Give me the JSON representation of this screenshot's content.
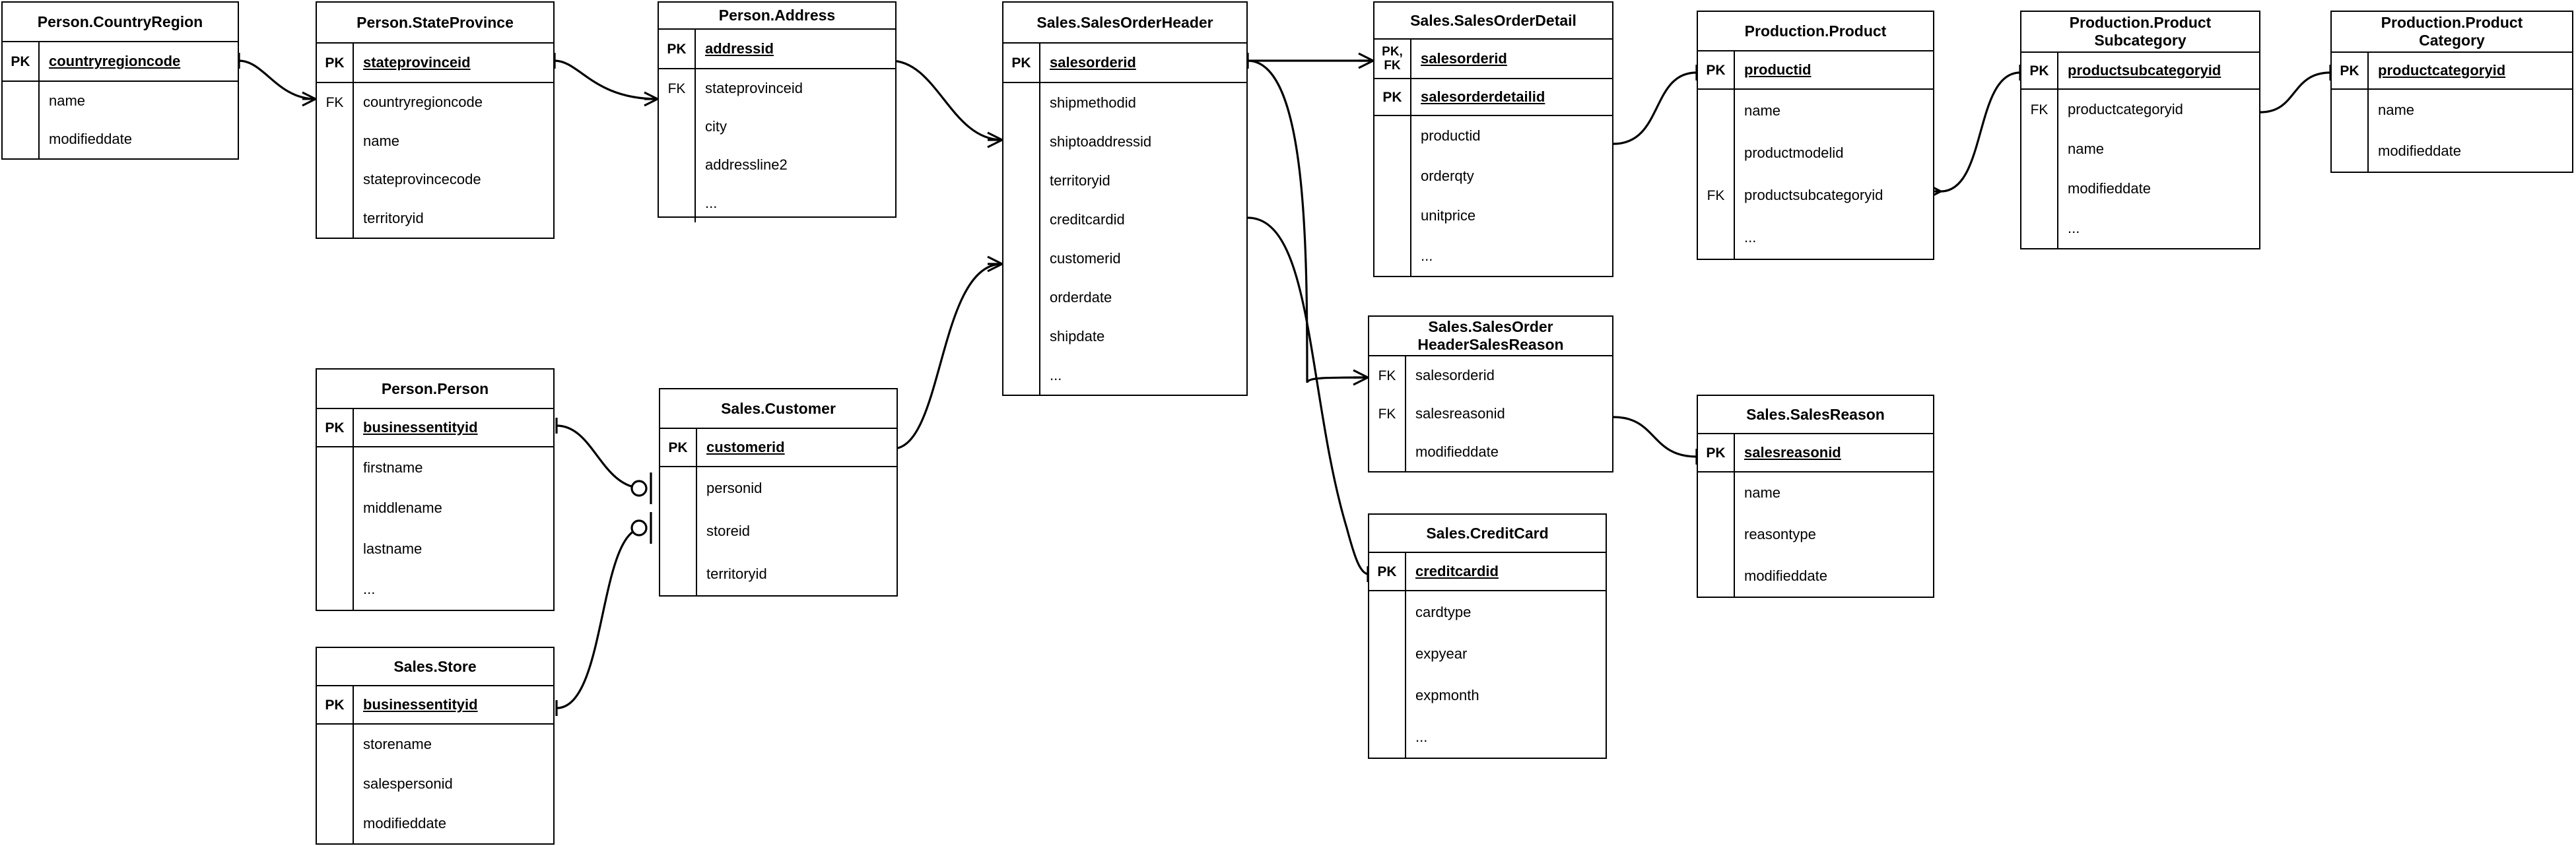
{
  "diagram": {
    "kind": "entity-relationship-diagram",
    "notation": "crows-foot",
    "background_color": "#ffffff",
    "line_color": "#000000"
  },
  "entities": [
    {
      "id": "person-countryregion",
      "title": "Person.CountryRegion",
      "title_lines": "Person.CountryRegion",
      "pk": {
        "key": "PK",
        "name": "countryregioncode"
      },
      "attributes": [
        {
          "key": "",
          "name": "name"
        },
        {
          "key": "",
          "name": "modifieddate"
        }
      ]
    },
    {
      "id": "person-stateprovince",
      "title": "Person.StateProvince",
      "title_lines": "Person.StateProvince",
      "pk": {
        "key": "PK",
        "name": "stateprovinceid"
      },
      "attributes": [
        {
          "key": "FK",
          "name": "countryregioncode"
        },
        {
          "key": "",
          "name": "name"
        },
        {
          "key": "",
          "name": "stateprovincecode"
        },
        {
          "key": "",
          "name": "territoryid"
        }
      ]
    },
    {
      "id": "person-address",
      "title": "Person.Address",
      "title_lines": "Person.Address",
      "pk": {
        "key": "PK",
        "name": "addressid"
      },
      "attributes": [
        {
          "key": "FK",
          "name": "stateprovinceid"
        },
        {
          "key": "",
          "name": "city"
        },
        {
          "key": "",
          "name": "addressline2"
        },
        {
          "key": "",
          "name": "..."
        }
      ]
    },
    {
      "id": "sales-salesorderheader",
      "title": "Sales.SalesOrderHeader",
      "title_lines": "Sales.SalesOrderHeader",
      "pk": {
        "key": "PK",
        "name": "salesorderid"
      },
      "attributes": [
        {
          "key": "",
          "name": "shipmethodid"
        },
        {
          "key": "",
          "name": "shiptoaddressid"
        },
        {
          "key": "",
          "name": "territoryid"
        },
        {
          "key": "",
          "name": "creditcardid"
        },
        {
          "key": "",
          "name": "customerid"
        },
        {
          "key": "",
          "name": "orderdate"
        },
        {
          "key": "",
          "name": "shipdate"
        },
        {
          "key": "",
          "name": "..."
        }
      ]
    },
    {
      "id": "sales-salesorderdetail",
      "title": "Sales.SalesOrderDetail",
      "title_lines": "Sales.SalesOrderDetail",
      "pk": {
        "key": "PK,\nFK",
        "name": "salesorderid"
      },
      "pk2": {
        "key": "PK",
        "name": "salesorderdetailid"
      },
      "attributes": [
        {
          "key": "",
          "name": "productid"
        },
        {
          "key": "",
          "name": "orderqty"
        },
        {
          "key": "",
          "name": "unitprice"
        },
        {
          "key": "",
          "name": "..."
        }
      ]
    },
    {
      "id": "production-product",
      "title": "Production.Product",
      "title_lines": "Production.Product",
      "pk": {
        "key": "PK",
        "name": "productid"
      },
      "attributes": [
        {
          "key": "",
          "name": "name"
        },
        {
          "key": "",
          "name": "productmodelid"
        },
        {
          "key": "FK",
          "name": "productsubcategoryid"
        },
        {
          "key": "",
          "name": "..."
        }
      ]
    },
    {
      "id": "production-productsubcategory",
      "title": "Production.Product\nSubcategory",
      "title_lines": "Production.Product\nSubcategory",
      "pk": {
        "key": "PK",
        "name": "productsubcategoryid"
      },
      "attributes": [
        {
          "key": "FK",
          "name": "productcategoryid"
        },
        {
          "key": "",
          "name": "name"
        },
        {
          "key": "",
          "name": "modifieddate"
        },
        {
          "key": "",
          "name": "..."
        }
      ]
    },
    {
      "id": "production-productcategory",
      "title": "Production.Product\nCategory",
      "title_lines": "Production.Product\nCategory",
      "pk": {
        "key": "PK",
        "name": "productcategoryid"
      },
      "attributes": [
        {
          "key": "",
          "name": "name"
        },
        {
          "key": "",
          "name": "modifieddate"
        }
      ]
    },
    {
      "id": "person-person",
      "title": "Person.Person",
      "title_lines": "Person.Person",
      "pk": {
        "key": "PK",
        "name": "businessentityid"
      },
      "attributes": [
        {
          "key": "",
          "name": "firstname"
        },
        {
          "key": "",
          "name": "middlename"
        },
        {
          "key": "",
          "name": "lastname"
        },
        {
          "key": "",
          "name": "..."
        }
      ]
    },
    {
      "id": "sales-customer",
      "title": "Sales.Customer",
      "title_lines": "Sales.Customer",
      "pk": {
        "key": "PK",
        "name": "customerid"
      },
      "attributes": [
        {
          "key": "",
          "name": "personid"
        },
        {
          "key": "",
          "name": "storeid"
        },
        {
          "key": "",
          "name": "territoryid"
        }
      ]
    },
    {
      "id": "sales-store",
      "title": "Sales.Store",
      "title_lines": "Sales.Store",
      "pk": {
        "key": "PK",
        "name": "businessentityid"
      },
      "attributes": [
        {
          "key": "",
          "name": "storename"
        },
        {
          "key": "",
          "name": "salespersonid"
        },
        {
          "key": "",
          "name": "modifieddate"
        }
      ]
    },
    {
      "id": "sales-salesorderheadersalesreason",
      "title": "Sales.SalesOrder\nHeaderSalesReason",
      "title_lines": "Sales.SalesOrder\nHeaderSalesReason",
      "pk": null,
      "attributes": [
        {
          "key": "FK",
          "name": "salesorderid"
        },
        {
          "key": "FK",
          "name": "salesreasonid"
        },
        {
          "key": "",
          "name": "modifieddate"
        }
      ]
    },
    {
      "id": "sales-salesreason",
      "title": "Sales.SalesReason",
      "title_lines": "Sales.SalesReason",
      "pk": {
        "key": "PK",
        "name": "salesreasonid"
      },
      "attributes": [
        {
          "key": "",
          "name": "name"
        },
        {
          "key": "",
          "name": "reasontype"
        },
        {
          "key": "",
          "name": "modifieddate"
        }
      ]
    },
    {
      "id": "sales-creditcard",
      "title": "Sales.CreditCard",
      "title_lines": "Sales.CreditCard",
      "pk": {
        "key": "PK",
        "name": "creditcardid"
      },
      "attributes": [
        {
          "key": "",
          "name": "cardtype"
        },
        {
          "key": "",
          "name": "expyear"
        },
        {
          "key": "",
          "name": "expmonth"
        },
        {
          "key": "",
          "name": "..."
        }
      ]
    }
  ],
  "relationships": [
    {
      "from": "person-countryregion.countryregioncode",
      "to": "person-stateprovince.countryregioncode",
      "from_cardinality": "one",
      "to_cardinality": "many"
    },
    {
      "from": "person-stateprovince.stateprovinceid",
      "to": "person-address.stateprovinceid",
      "from_cardinality": "one",
      "to_cardinality": "many"
    },
    {
      "from": "person-address.addressid",
      "to": "sales-salesorderheader.shiptoaddressid",
      "from_cardinality": "one",
      "to_cardinality": "many"
    },
    {
      "from": "sales-salesorderheader.salesorderid",
      "to": "sales-salesorderdetail.salesorderid",
      "from_cardinality": "one",
      "to_cardinality": "many"
    },
    {
      "from": "sales-salesorderheader.salesorderid",
      "to": "sales-salesorderheadersalesreason.salesorderid",
      "from_cardinality": "one",
      "to_cardinality": "many"
    },
    {
      "from": "sales-salesorderheader.creditcardid",
      "to": "sales-creditcard.creditcardid",
      "from_cardinality": "many",
      "to_cardinality": "one"
    },
    {
      "from": "sales-salesorderdetail.productid",
      "to": "production-product.productid",
      "from_cardinality": "many",
      "to_cardinality": "one"
    },
    {
      "from": "production-product.productsubcategoryid",
      "to": "production-productsubcategory.productsubcategoryid",
      "from_cardinality": "many",
      "to_cardinality": "one"
    },
    {
      "from": "production-productsubcategory.productcategoryid",
      "to": "production-productcategory.productcategoryid",
      "from_cardinality": "many",
      "to_cardinality": "one"
    },
    {
      "from": "sales-salesorderheadersalesreason.salesreasonid",
      "to": "sales-salesreason.salesreasonid",
      "from_cardinality": "many",
      "to_cardinality": "one"
    },
    {
      "from": "person-person.businessentityid",
      "to": "sales-customer.personid",
      "from_cardinality": "one",
      "to_cardinality": "zero-or-one"
    },
    {
      "from": "sales-store.businessentityid",
      "to": "sales-customer.storeid",
      "from_cardinality": "one",
      "to_cardinality": "zero-or-one"
    },
    {
      "from": "sales-customer.customerid",
      "to": "sales-salesorderheader.customerid",
      "from_cardinality": "one",
      "to_cardinality": "many"
    }
  ]
}
